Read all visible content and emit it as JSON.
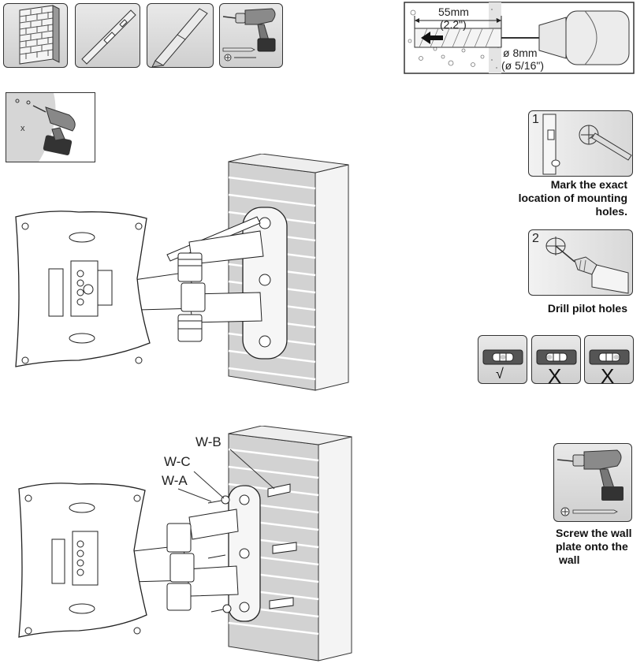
{
  "drill_spec": {
    "depth_metric": "55mm",
    "depth_imperial": "(2.2\")",
    "diameter_metric": "ø 8mm",
    "diameter_imperial": "(ø 5/16\")"
  },
  "steps": [
    {
      "number": "1",
      "caption_lines": [
        "Mark the exact",
        "location of mounting",
        "holes."
      ]
    },
    {
      "number": "2",
      "caption_lines": [
        "Drill pilot holes"
      ]
    },
    {
      "caption_lines": [
        "Screw the wall",
        "plate onto the",
        "wall"
      ]
    }
  ],
  "level_marks": [
    "√",
    "X",
    "X"
  ],
  "callouts": [
    "W-B",
    "W-C",
    "W-A"
  ],
  "tools": [
    "brick-wall-icon",
    "spirit-level-icon",
    "pencil-icon",
    "power-drill-icon"
  ],
  "colors": {
    "line": "#222222",
    "tile_bg": "#d9d9d9",
    "brick": "#c8c8c8"
  }
}
